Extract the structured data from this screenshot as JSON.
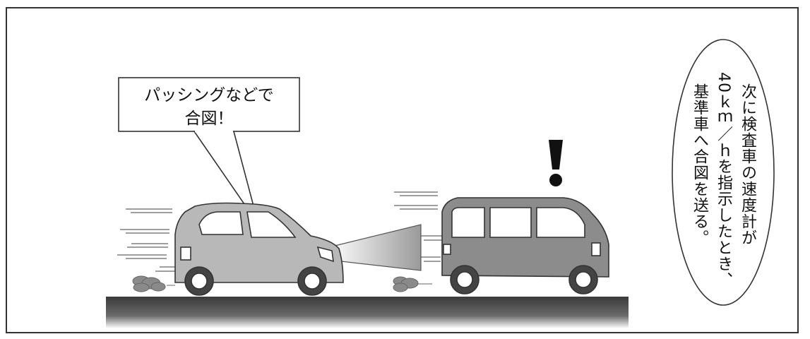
{
  "speech_bubble": {
    "line1": "パッシングなどで",
    "line2": "合図！"
  },
  "exclamation": "!",
  "note_ellipse": {
    "lines": [
      "次に検査車の速度計が",
      "40ｋｍ／ｈを指示したとき、",
      "基準車へ合図を送る。"
    ]
  },
  "colors": {
    "car_front": "#b8b8b8",
    "car_rear": "#8c8c8c",
    "road": "#4a4a4a",
    "outline": "#333333"
  }
}
